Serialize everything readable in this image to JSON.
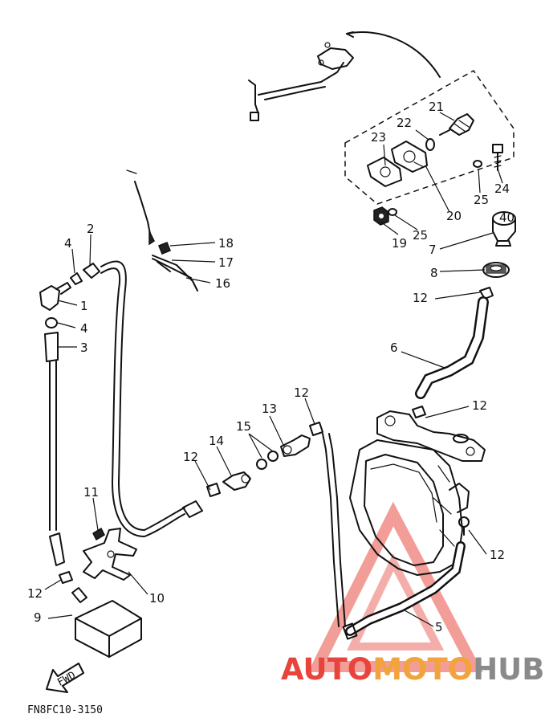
{
  "figure_code": "FN8FC10-3150",
  "fwd_label": "FWD",
  "watermark": {
    "part1": "AUTO",
    "part2": "MOTO",
    "part3": "HUB",
    "color_red": "#e8433c",
    "color_orange": "#f2a33b",
    "color_gray": "#8a8a8a"
  },
  "callouts": {
    "c1": "1",
    "c2": "2",
    "c3": "3",
    "c4a": "4",
    "c4b": "4",
    "c5": "5",
    "c6": "6",
    "c7": "7",
    "c8": "8",
    "c9": "9",
    "c10": "10",
    "c11": "11",
    "c12a": "12",
    "c12b": "12",
    "c12c": "12",
    "c12d": "12",
    "c12e": "12",
    "c12f": "12",
    "c13": "13",
    "c14": "14",
    "c15": "15",
    "c16": "16",
    "c17": "17",
    "c18": "18",
    "c19": "19",
    "c20": "20",
    "c21": "21",
    "c22": "22",
    "c23": "23",
    "c24": "24",
    "c25a": "25",
    "c25b": "25"
  }
}
